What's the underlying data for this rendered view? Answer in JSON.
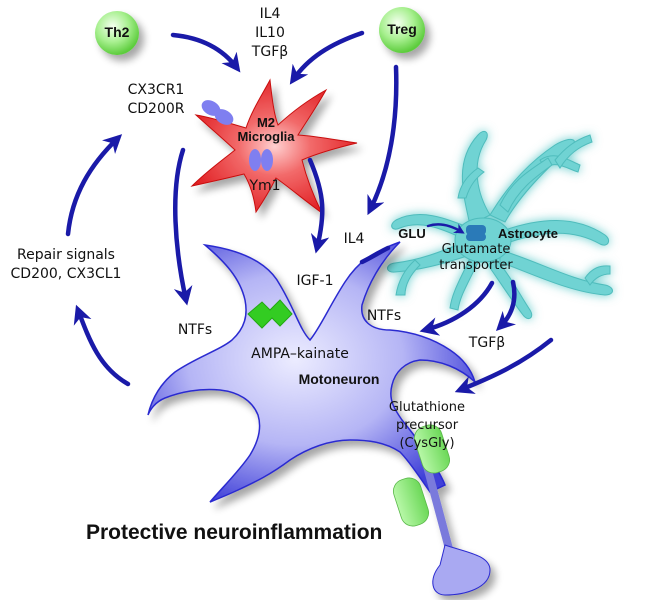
{
  "figure": {
    "title": "Protective neuroinflammation",
    "cells": {
      "th2": {
        "label": "Th2"
      },
      "treg": {
        "label": "Treg"
      },
      "microglia": {
        "line1": "M2",
        "line2": "Microglia"
      },
      "astrocyte": {
        "label": "Astrocyte"
      },
      "motoneuron": {
        "label": "Motoneuron"
      }
    },
    "labels": {
      "cytokines": [
        "IL4",
        "IL10",
        "TGFβ"
      ],
      "microglia_receptors": [
        "CX3CR1",
        "CD200R"
      ],
      "ym1": "Ym1",
      "repair_signals": [
        "Repair signals",
        "CD200, CX3CL1"
      ],
      "ntfs_left": "NTFs",
      "igf1": "IGF-1",
      "il4_treg": "IL4",
      "glu": "GLU",
      "glutamate_transporter": [
        "Glutamate",
        "transporter"
      ],
      "ampa_kainate": "AMPA–kainate",
      "ntfs_right": "NTFs",
      "tgfb_astro": "TGFβ",
      "glutathione": [
        "Glutathione",
        "precursor",
        "(CysGly)"
      ]
    },
    "colors": {
      "arrow": "#1a1aa8",
      "microglia": "#e8262a",
      "neuron": "#a9a9f2",
      "neuron_edge": "#2b2bd0",
      "astrocyte": "#6fd3d3",
      "tcell": "#8fe878",
      "receptor": "#7f7ff0",
      "ampa": "#33cc22",
      "myelin": "#9af08a",
      "transporter": "#2a7ab8"
    }
  }
}
